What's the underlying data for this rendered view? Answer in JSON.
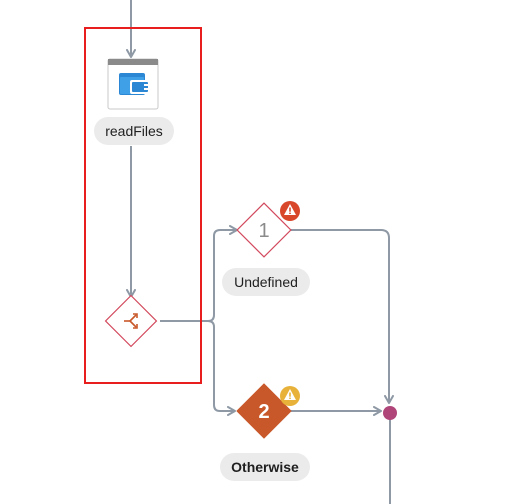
{
  "nodes": {
    "readfiles": {
      "label": "readFiles",
      "icon": "file-adapter-icon"
    },
    "switch": {
      "icon": "switch-branch-icon"
    },
    "case1": {
      "number": "1",
      "label": "Undefined",
      "badge_icon": "warning-icon",
      "badge_color": "#d9472b"
    },
    "otherwise": {
      "number": "2",
      "label": "Otherwise",
      "badge_icon": "warning-icon",
      "badge_color": "#e8b23a",
      "fill_color": "#c8582a"
    }
  },
  "colors": {
    "connector": "#8e99a5",
    "selection": "#e81d1d",
    "merge": "#b0457a",
    "file_icon": "#2b87d3"
  }
}
